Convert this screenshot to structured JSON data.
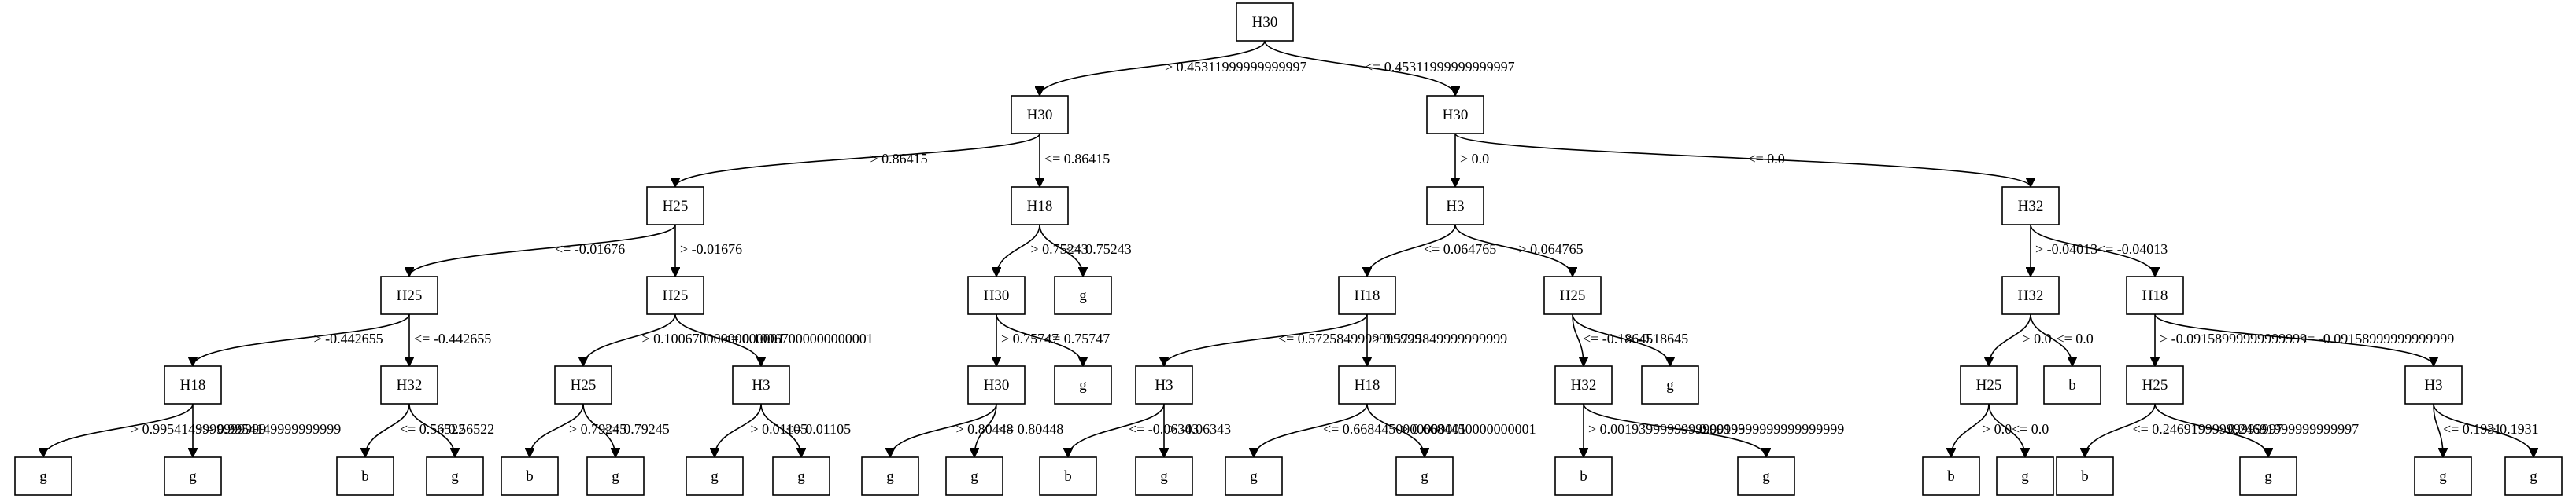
{
  "tree": {
    "nodes": [
      {
        "id": "n0",
        "label": "H30"
      },
      {
        "id": "n1",
        "label": "H30"
      },
      {
        "id": "n2",
        "label": "H30"
      },
      {
        "id": "n3",
        "label": "H25"
      },
      {
        "id": "n4",
        "label": "H18"
      },
      {
        "id": "n5",
        "label": "H3"
      },
      {
        "id": "n6",
        "label": "H32"
      },
      {
        "id": "n7",
        "label": "H25"
      },
      {
        "id": "n8",
        "label": "H25"
      },
      {
        "id": "n9",
        "label": "H30"
      },
      {
        "id": "n10",
        "label": "g"
      },
      {
        "id": "n11",
        "label": "H18"
      },
      {
        "id": "n12",
        "label": "H25"
      },
      {
        "id": "n13",
        "label": "H32"
      },
      {
        "id": "n14",
        "label": "H18"
      },
      {
        "id": "n15",
        "label": "H18"
      },
      {
        "id": "n16",
        "label": "H32"
      },
      {
        "id": "n17",
        "label": "H25"
      },
      {
        "id": "n18",
        "label": "H3"
      },
      {
        "id": "n19",
        "label": "H30"
      },
      {
        "id": "n20",
        "label": "g"
      },
      {
        "id": "n21",
        "label": "H3"
      },
      {
        "id": "n22",
        "label": "H18"
      },
      {
        "id": "n23",
        "label": "H32"
      },
      {
        "id": "n24",
        "label": "g"
      },
      {
        "id": "n25",
        "label": "H25"
      },
      {
        "id": "n26",
        "label": "b"
      },
      {
        "id": "n27",
        "label": "H25"
      },
      {
        "id": "n28",
        "label": "H3"
      },
      {
        "id": "n29",
        "label": "g"
      },
      {
        "id": "n30",
        "label": "g"
      },
      {
        "id": "n31",
        "label": "b"
      },
      {
        "id": "n32",
        "label": "g"
      },
      {
        "id": "n33",
        "label": "b"
      },
      {
        "id": "n34",
        "label": "g"
      },
      {
        "id": "n35",
        "label": "g"
      },
      {
        "id": "n36",
        "label": "g"
      },
      {
        "id": "n37",
        "label": "g"
      },
      {
        "id": "n38",
        "label": "g"
      },
      {
        "id": "n39",
        "label": "b"
      },
      {
        "id": "n40",
        "label": "g"
      },
      {
        "id": "n41",
        "label": "g"
      },
      {
        "id": "n42",
        "label": "g"
      },
      {
        "id": "n43",
        "label": "b"
      },
      {
        "id": "n44",
        "label": "g"
      },
      {
        "id": "n45",
        "label": "b"
      },
      {
        "id": "n46",
        "label": "g"
      },
      {
        "id": "n47",
        "label": "b"
      },
      {
        "id": "n48",
        "label": "g"
      },
      {
        "id": "n49",
        "label": "g"
      },
      {
        "id": "n50",
        "label": "g"
      }
    ],
    "edges": [
      {
        "from": "n0",
        "to": "n1",
        "label": "> 0.45311999999999997"
      },
      {
        "from": "n0",
        "to": "n2",
        "label": "<= 0.45311999999999997"
      },
      {
        "from": "n1",
        "to": "n3",
        "label": "> 0.86415"
      },
      {
        "from": "n1",
        "to": "n4",
        "label": "<= 0.86415"
      },
      {
        "from": "n2",
        "to": "n5",
        "label": "> 0.0"
      },
      {
        "from": "n2",
        "to": "n6",
        "label": "<= 0.0"
      },
      {
        "from": "n3",
        "to": "n7",
        "label": "<= -0.01676"
      },
      {
        "from": "n3",
        "to": "n8",
        "label": "> -0.01676"
      },
      {
        "from": "n4",
        "to": "n9",
        "label": "> 0.75243"
      },
      {
        "from": "n4",
        "to": "n10",
        "label": "<= 0.75243"
      },
      {
        "from": "n5",
        "to": "n11",
        "label": "<= 0.064765"
      },
      {
        "from": "n5",
        "to": "n12",
        "label": "> 0.064765"
      },
      {
        "from": "n6",
        "to": "n13",
        "label": "> -0.04013"
      },
      {
        "from": "n6",
        "to": "n14",
        "label": "<= -0.04013"
      },
      {
        "from": "n7",
        "to": "n15",
        "label": "> -0.442655"
      },
      {
        "from": "n7",
        "to": "n16",
        "label": "<= -0.442655"
      },
      {
        "from": "n8",
        "to": "n17",
        "label": "> 0.10067000000000001"
      },
      {
        "from": "n8",
        "to": "n18",
        "label": "<= 0.10067000000000001"
      },
      {
        "from": "n9",
        "to": "n19",
        "label": "> 0.75747"
      },
      {
        "from": "n9",
        "to": "n20",
        "label": "<= 0.75747"
      },
      {
        "from": "n11",
        "to": "n21",
        "label": "<= 0.5725849999999999"
      },
      {
        "from": "n11",
        "to": "n22",
        "label": "> 0.5725849999999999"
      },
      {
        "from": "n12",
        "to": "n23",
        "label": "<= -0.18645"
      },
      {
        "from": "n12",
        "to": "n24",
        "label": "> -0.18645"
      },
      {
        "from": "n13",
        "to": "n25",
        "label": "> 0.0"
      },
      {
        "from": "n13",
        "to": "n26",
        "label": "<= 0.0"
      },
      {
        "from": "n14",
        "to": "n27",
        "label": "> -0.09158999999999999"
      },
      {
        "from": "n14",
        "to": "n28",
        "label": "<= -0.09158999999999999"
      },
      {
        "from": "n15",
        "to": "n29",
        "label": "> 0.9954149999999999"
      },
      {
        "from": "n15",
        "to": "n30",
        "label": "<= 0.9954149999999999"
      },
      {
        "from": "n16",
        "to": "n31",
        "label": "<= 0.56522"
      },
      {
        "from": "n16",
        "to": "n32",
        "label": "> 0.56522"
      },
      {
        "from": "n17",
        "to": "n33",
        "label": "> 0.79245"
      },
      {
        "from": "n17",
        "to": "n34",
        "label": "<= 0.79245"
      },
      {
        "from": "n18",
        "to": "n35",
        "label": "> 0.01105"
      },
      {
        "from": "n18",
        "to": "n36",
        "label": "<= 0.01105"
      },
      {
        "from": "n19",
        "to": "n37",
        "label": "> 0.80448"
      },
      {
        "from": "n19",
        "to": "n38",
        "label": "<= 0.80448"
      },
      {
        "from": "n21",
        "to": "n39",
        "label": "<= -0.06343"
      },
      {
        "from": "n21",
        "to": "n40",
        "label": "> -0.06343"
      },
      {
        "from": "n22",
        "to": "n41",
        "label": "<= 0.6684450000000001"
      },
      {
        "from": "n22",
        "to": "n42",
        "label": "> 0.6684450000000001"
      },
      {
        "from": "n23",
        "to": "n43",
        "label": "> 0.0019399999999999999"
      },
      {
        "from": "n23",
        "to": "n44",
        "label": "<= 0.0019399999999999999"
      },
      {
        "from": "n25",
        "to": "n45",
        "label": "> 0.0"
      },
      {
        "from": "n25",
        "to": "n46",
        "label": "<= 0.0"
      },
      {
        "from": "n27",
        "to": "n47",
        "label": "<= 0.24691999999999997"
      },
      {
        "from": "n27",
        "to": "n48",
        "label": "> 0.24691999999999997"
      },
      {
        "from": "n28",
        "to": "n49",
        "label": "<= 0.1931"
      },
      {
        "from": "n28",
        "to": "n50",
        "label": "> 0.1931"
      }
    ]
  }
}
